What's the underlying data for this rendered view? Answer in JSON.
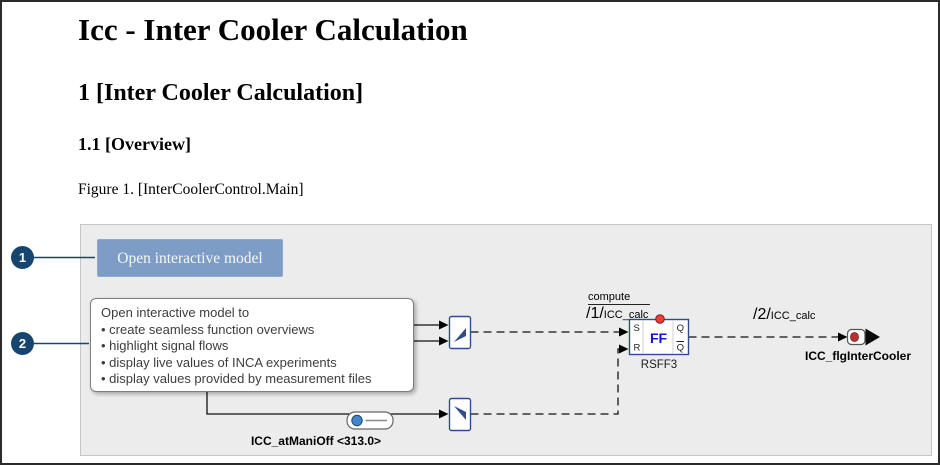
{
  "document": {
    "title": "Icc - Inter Cooler Calculation",
    "section_heading": "1 [Inter Cooler Calculation]",
    "subsection_heading": "1.1 [Overview]",
    "figure_caption": "Figure 1. [InterCoolerControl.Main]"
  },
  "callouts": {
    "badge1": "1",
    "badge2": "2"
  },
  "figure": {
    "open_button_label": "Open interactive model",
    "tooltip_lines": [
      "Open interactive model to",
      "• create seamless function overviews",
      "• highlight signal flows",
      "• display live values of INCA experiments",
      "• display values provided by measurement files"
    ],
    "diagram": {
      "compute_label": "compute",
      "call1_label": "/1/ICC_calc",
      "call2_label": "/2/ICC_calc",
      "flipflop": {
        "name": "RSFF3",
        "s": "S",
        "r": "R",
        "q": "Q",
        "qbar": "Q",
        "ff": "FF"
      },
      "output_signal": "ICC_flgInterCooler",
      "input_signal": "ICC_atManiOff <313.0>"
    },
    "colors": {
      "button_blue": "#7e9dc6",
      "badge_navy": "#16466f",
      "block_border_blue": "#2e4d8c",
      "ff_text_blue": "#1414cc",
      "state_dot_red": "#ef3b3b",
      "panel_gray": "#ececec"
    }
  }
}
